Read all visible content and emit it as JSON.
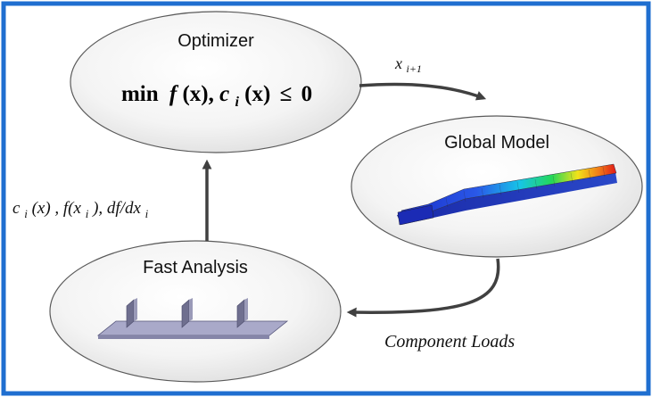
{
  "diagram": {
    "optimizer": {
      "title": "Optimizer",
      "formula_min": "min",
      "formula_fx": "f",
      "formula_paren_x1": "(x), ",
      "formula_c": "c",
      "formula_sub_i": "i",
      "formula_paren_x2": "(x)",
      "formula_leq": "≤",
      "formula_zero": "0"
    },
    "global_model": {
      "title": "Global Model"
    },
    "fast_analysis": {
      "title": "Fast Analysis"
    },
    "arrow_labels": {
      "x_next_base": "x",
      "x_next_sub": "i+1",
      "sensitivity_c": "c",
      "sensitivity_c_sub": "i",
      "sensitivity_rest1": "(x) , f(x",
      "sensitivity_rest1_sub": "i",
      "sensitivity_rest2": "), df/dx",
      "sensitivity_rest2_sub": "i",
      "component_loads": "Component Loads"
    },
    "colors": {
      "frame_border": "#1f6fd0",
      "ellipse_fill_light": "#ffffff",
      "ellipse_fill_dark": "#d9d9d9",
      "arrow": "#404040",
      "wing_blue": "#1a2ec8",
      "wing_red": "#e01818",
      "plate_fill": "#a9a9c9"
    }
  }
}
